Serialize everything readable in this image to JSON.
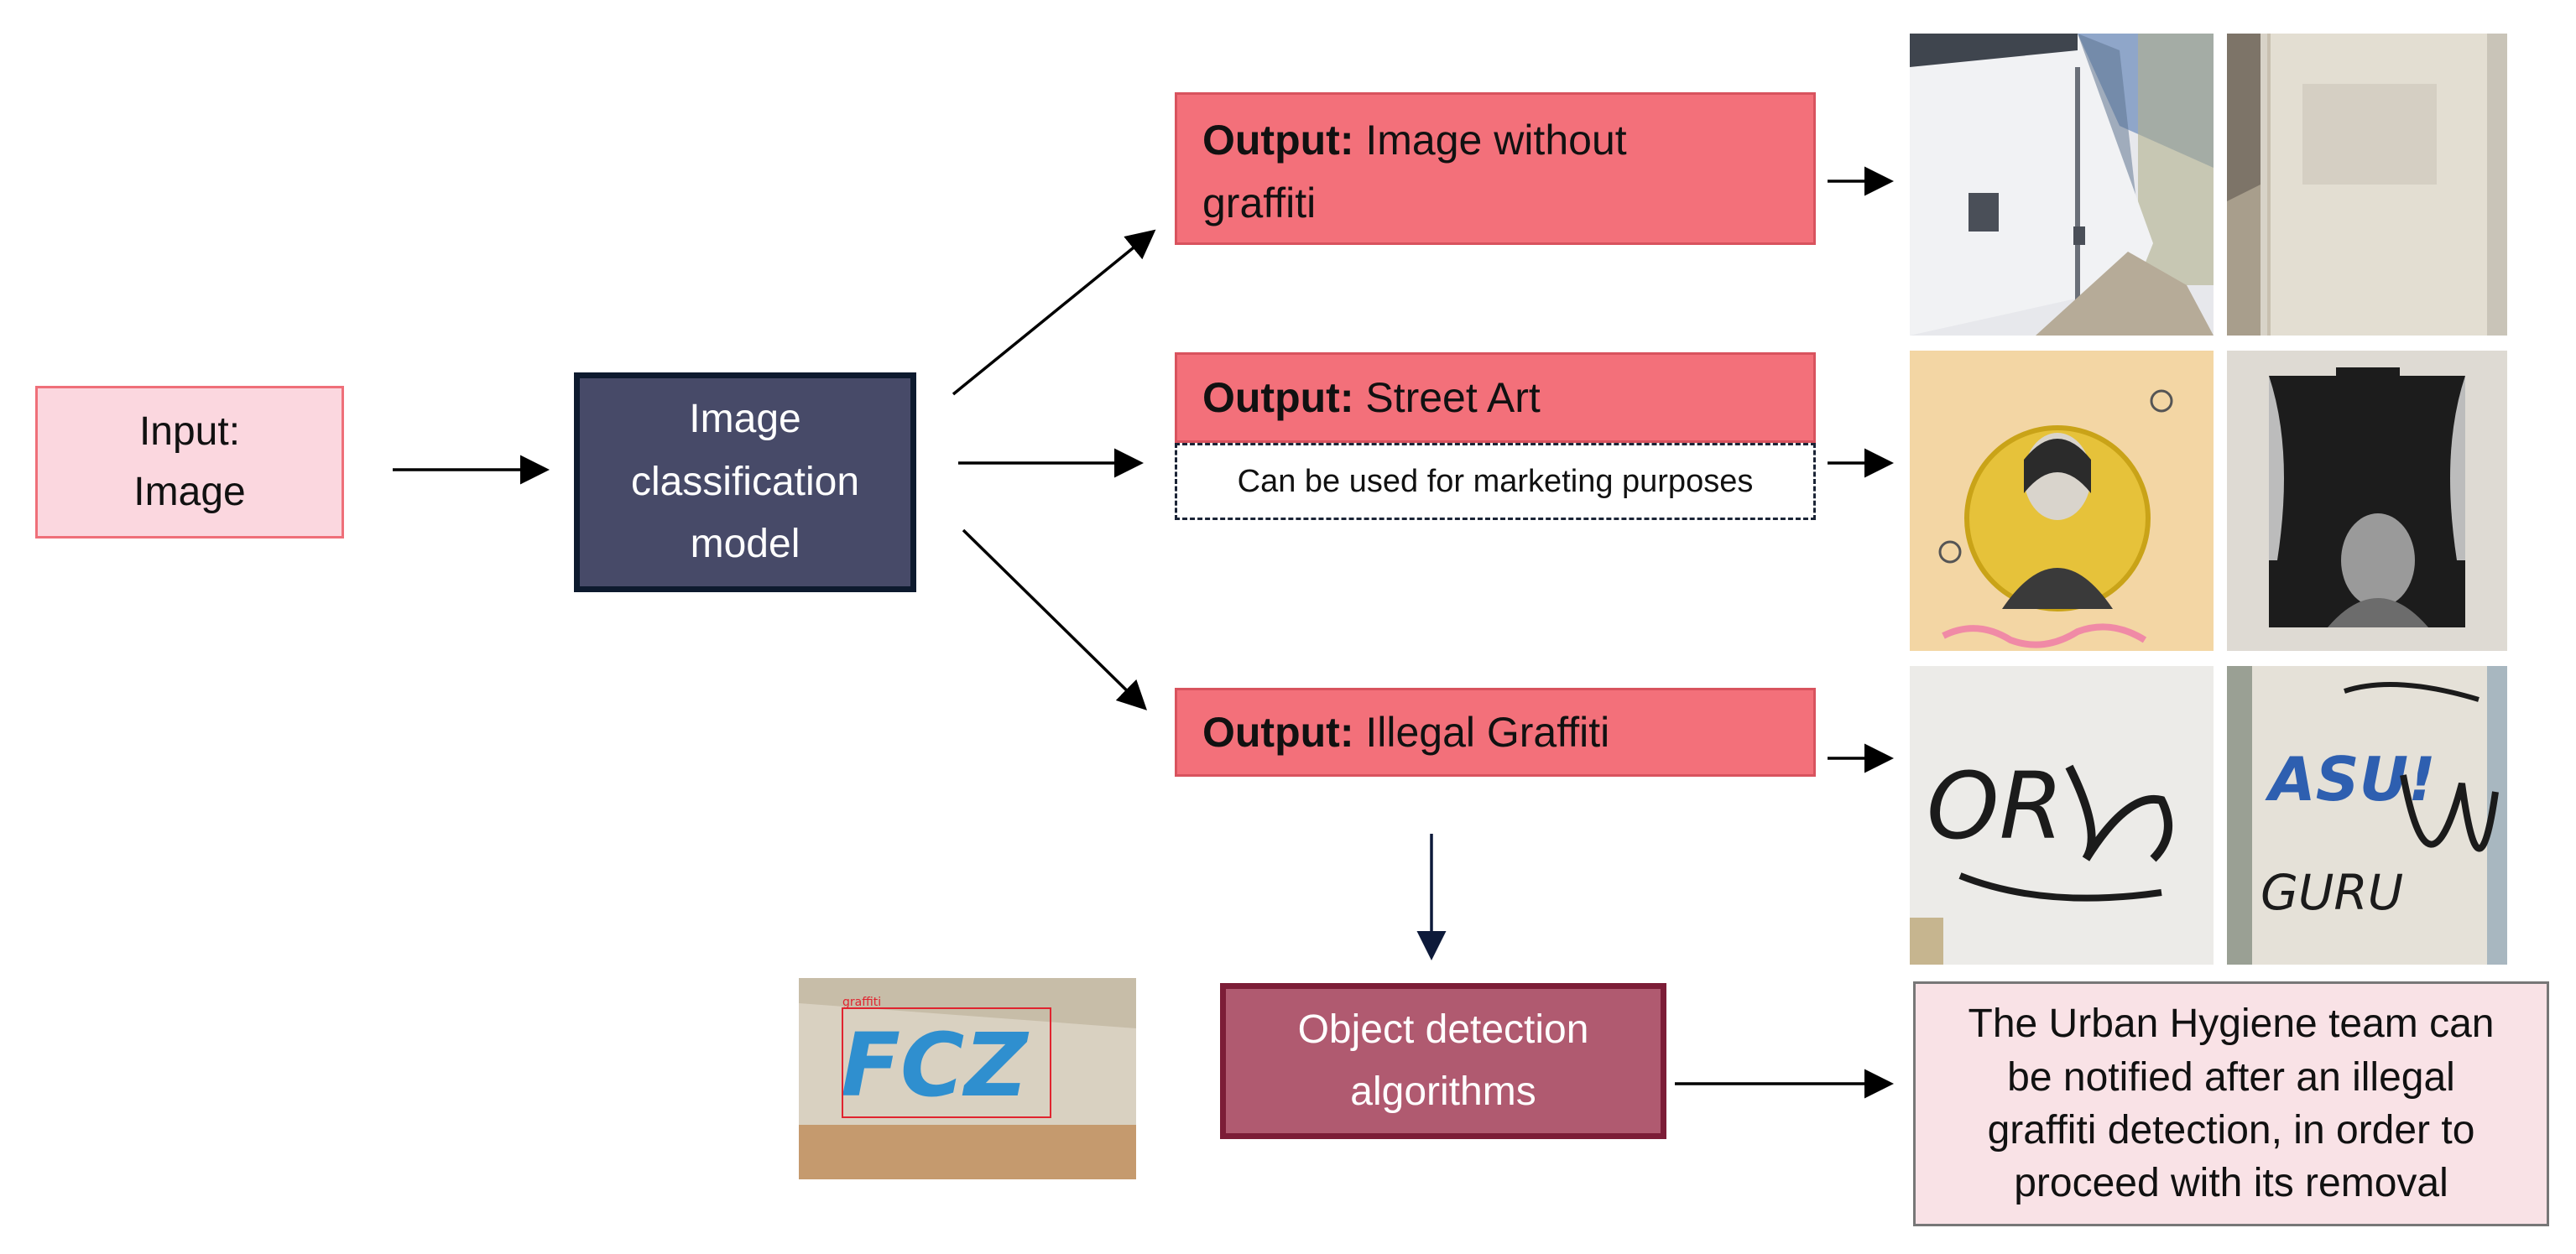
{
  "input": {
    "label": "Input:",
    "value": "Image"
  },
  "model": {
    "line1": "Image",
    "line2": "classification",
    "line3": "model"
  },
  "outputs": [
    {
      "label": "Output:",
      "text_line1": " Image without",
      "text_line2": "graffiti"
    },
    {
      "label": "Output:",
      "text": " Street Art",
      "note": "Can be used for marketing purposes"
    },
    {
      "label": "Output:",
      "text": " Illegal Graffiti"
    }
  ],
  "detection": {
    "line1": "Object detection",
    "line2": "algorithms"
  },
  "detection_thumb": {
    "box_label": "graffiti",
    "tag": "FCZ"
  },
  "result": {
    "line1": "The Urban Hygiene team can",
    "line2": "be notified after an illegal",
    "line3": "graffiti detection, in order to",
    "line4": "proceed with its removal"
  },
  "graffiti_photo_tags": [
    "OR",
    "ASU!",
    "GURU"
  ],
  "colors": {
    "input_fill": "#fbd7df",
    "model_fill": "#474a68",
    "output_fill": "#f3707a",
    "detect_fill": "#b05a70",
    "result_fill": "#f9e2e6"
  }
}
